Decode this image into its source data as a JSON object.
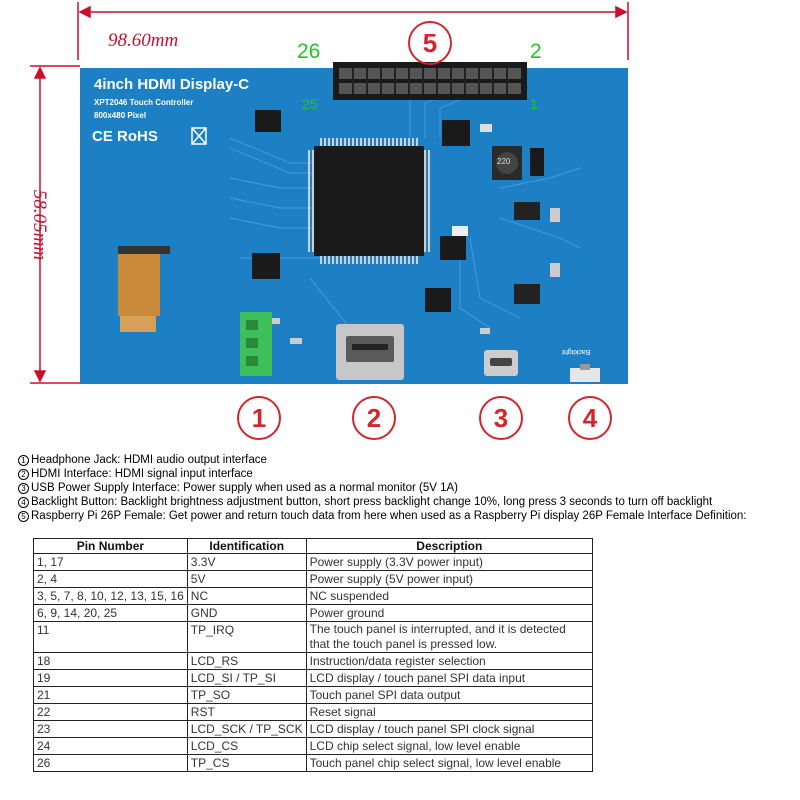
{
  "dimensions": {
    "width_label": "98.60mm",
    "height_label": "58.05mm"
  },
  "board": {
    "title": "4inch HDMI Display-C",
    "controller": "XPT2046 Touch Controller",
    "resolution": "800x480 Pixel",
    "cert": "CE RoHS",
    "header_pin_top_left": "26",
    "header_pin_top_right": "2",
    "header_pin_bottom_left": "25",
    "header_pin_bottom_right": "1",
    "inductor_label": "220",
    "backlight_label": "Backlight",
    "colors": {
      "pcb": "#1d7fc4",
      "header": "#1a1a1a",
      "pin_label": "#22c42a",
      "callout": "#d0262c"
    }
  },
  "callouts": [
    "1",
    "2",
    "3",
    "4",
    "5"
  ],
  "descriptions": [
    {
      "num": "1",
      "text": "Headphone Jack: HDMI audio output interface"
    },
    {
      "num": "2",
      "text": "HDMI Interface: HDMI signal input interface"
    },
    {
      "num": "3",
      "text": "USB Power Supply Interface: Power supply when used as a normal monitor (5V 1A)"
    },
    {
      "num": "4",
      "text": "Backlight Button: Backlight brightness adjustment button, short press backlight change 10%, long press 3 seconds to turn off backlight"
    },
    {
      "num": "5",
      "text": "Raspberry Pi 26P Female: Get power and return touch data from here when used as a Raspberry Pi display 26P Female Interface Definition:"
    }
  ],
  "pin_table": {
    "headers": [
      "Pin Number",
      "Identification",
      "Description"
    ],
    "rows": [
      [
        "1, 17",
        "3.3V",
        "Power supply (3.3V power input)"
      ],
      [
        "2, 4",
        "5V",
        "Power supply (5V power input)"
      ],
      [
        "3, 5, 7, 8, 10, 12, 13, 15, 16",
        "NC",
        "NC suspended"
      ],
      [
        "6, 9, 14, 20, 25",
        "GND",
        "Power ground"
      ],
      [
        "11",
        "TP_IRQ",
        "The touch panel is interrupted, and it is detected that the touch panel is pressed low."
      ],
      [
        "18",
        "LCD_RS",
        "Instruction/data register selection"
      ],
      [
        "19",
        "LCD_SI / TP_SI",
        "LCD display / touch panel SPI data input"
      ],
      [
        "21",
        "TP_SO",
        "Touch panel SPI data output"
      ],
      [
        "22",
        "RST",
        "Reset signal"
      ],
      [
        "23",
        "LCD_SCK / TP_SCK",
        "LCD display / touch panel SPI clock signal"
      ],
      [
        "24",
        "LCD_CS",
        "LCD chip select signal, low level enable"
      ],
      [
        "26",
        "TP_CS",
        "Touch panel chip select signal, low level enable"
      ]
    ]
  }
}
